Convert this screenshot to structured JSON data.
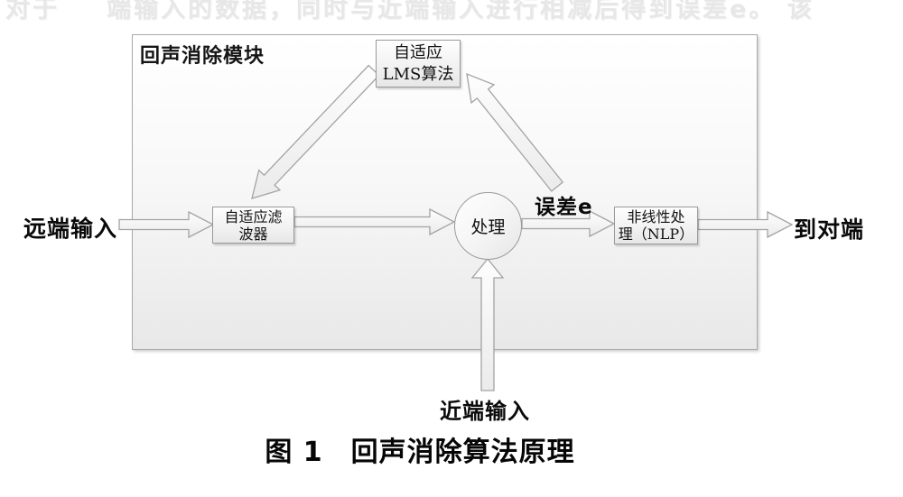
{
  "page": {
    "faded_line_left": "对于",
    "faded_line_main": "端输入的数据，同时与近端输入进行相减后得到误差e。 该"
  },
  "diagram": {
    "module_title": "回声消除模块",
    "nodes": {
      "lms": {
        "line1": "自适应",
        "line2": "LMS算法"
      },
      "filter": {
        "line1": "自适应滤",
        "line2": "波器"
      },
      "process": {
        "label": "处理"
      },
      "nlp": {
        "line1": "非线性处",
        "line2": "理（NLP）"
      }
    },
    "labels": {
      "far_end": "远端输入",
      "near_end": "近端输入",
      "error": "误差e",
      "to_peer": "到对端"
    },
    "arrows": [
      "far-end-input-arrow",
      "filter-to-process-arrow",
      "process-to-nlp-arrow",
      "nlp-to-peer-arrow",
      "near-end-input-arrow",
      "lms-to-filter-arrow",
      "error-to-lms-arrow"
    ],
    "colors": {
      "box_border": "#a9a9a9",
      "node_border": "#9a9a9a",
      "arrow_stroke": "#a3a3a3",
      "box_fill_bottom": "#e8e8e8",
      "text": "#0a0a0a",
      "faded_text": "#e7e7e7"
    }
  },
  "caption": {
    "text": "图 1　回声消除算法原理"
  }
}
